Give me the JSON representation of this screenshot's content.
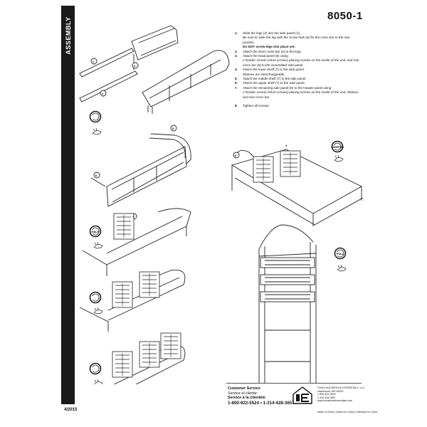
{
  "header": {
    "section_label": "ASSEMBLY",
    "model_number": "8050-1",
    "doc_date": "4/2015"
  },
  "instructions": {
    "steps": [
      {
        "num": "1.",
        "text": "Slide the legs (2) into the side panel (1).",
        "notes": [
          "Be sure to slide the leg with the screw hole (3) for the cross bar to the rear position."
        ],
        "strong_note": "Do NOT screw legs into place yet."
      },
      {
        "num": "2.",
        "text": "Attach the short cross bar (4) to the legs.",
        "notes": [],
        "strong_note": ""
      },
      {
        "num": "3.",
        "text": "Attach the head panel (5) using",
        "notes": [
          "2 header screws (short screws) placing screws on the inside of the unit, and rear cross bar (6) to the assembled side panel."
        ],
        "strong_note": ""
      },
      {
        "num": "4.",
        "text": "Attach the lower shelf (7) to the side panel.",
        "notes": [
          "Shelves are interchangeable."
        ],
        "strong_note": ""
      },
      {
        "num": "5.",
        "text": "Attach the middle shelf (7) to the side panel.",
        "notes": [],
        "strong_note": ""
      },
      {
        "num": "6.",
        "text": "Attach the upper shelf (7) to the side panel.",
        "notes": [],
        "strong_note": ""
      },
      {
        "num": "7.",
        "text": "Attach the remaining side panel (8) to the header panel using",
        "notes": [
          "2 header screws (short screws) placing screws on the inside of the unit, shelves, and rear cross bar."
        ],
        "strong_note": ""
      }
    ],
    "final_step": {
      "num": "8.",
      "text": "Tighten all screws."
    }
  },
  "diagram": {
    "part_labels": [
      "1",
      "2",
      "3",
      "4",
      "5",
      "6",
      "7",
      "8"
    ],
    "badge_labels": [
      "TIGHTEN",
      "HALF",
      "FULL"
    ]
  },
  "footer": {
    "service_title": "Customer Service",
    "service_fr": "Service el cliente :",
    "service_es": "Service à la clientèle",
    "phones": "1-800-922-5524 • 1-314-428-3657",
    "company_lines": [
      "©2015 HOUSEHOLD ESSENTIALS, LLC",
      "Hazelwood, MO 63042",
      "1-800-922-5524",
      "1-314-428-3657",
      "www.householdessentials.com"
    ],
    "made_in": "Made in China | Hecho en China | Fabriqué en Chine"
  },
  "colors": {
    "ink": "#1a1a1a",
    "line": "#555555",
    "paper": "#ffffff"
  }
}
